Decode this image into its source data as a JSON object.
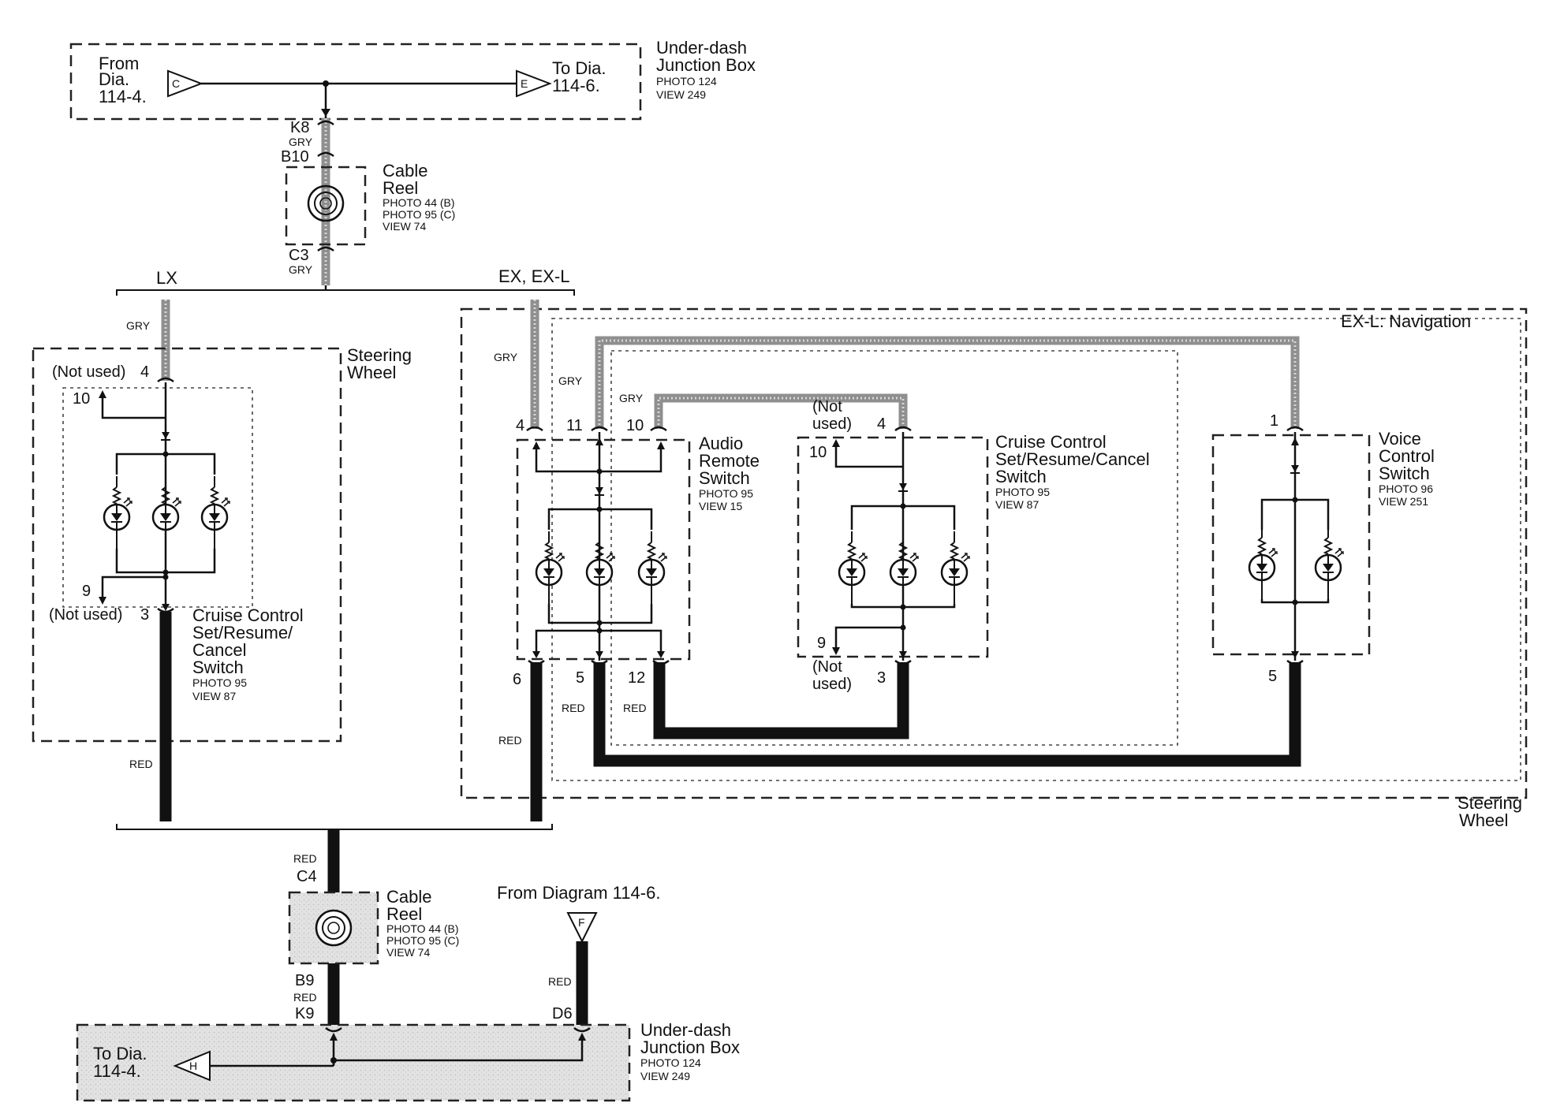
{
  "top_junction": {
    "from_label": [
      "From",
      "Dia.",
      "114-4."
    ],
    "to_label": [
      "To Dia.",
      "114-6."
    ],
    "connector_in": "C",
    "connector_out": "E",
    "title": [
      "Under-dash",
      "Junction Box"
    ],
    "photo": "PHOTO 124",
    "view": "VIEW 249"
  },
  "upper_cable_reel": {
    "title": [
      "Cable",
      "Reel"
    ],
    "photo_b": "PHOTO 44 (B)",
    "photo_c": "PHOTO 95 (C)",
    "view": "VIEW 74",
    "pin_top": "K8",
    "pin_mid": "B10",
    "pin_bottom": "C3",
    "wire_top": "GRY",
    "wire_bottom": "GRY"
  },
  "variants": {
    "lx": "LX",
    "ex": "EX, EX-L"
  },
  "lx_steering": {
    "title": [
      "Steering",
      "Wheel"
    ],
    "wire_in": "GRY",
    "pin_in": "4",
    "pin_in_note": "(Not used)",
    "pin_10": "10",
    "pin_9": "9",
    "pin_out": "3",
    "pin_out_note": "(Not used)",
    "switch_title": [
      "Cruise Control",
      "Set/Resume/",
      "Cancel",
      "Switch"
    ],
    "photo": "PHOTO 95",
    "view": "VIEW 87",
    "wire_out": "RED"
  },
  "ex_steering": {
    "title": [
      "Steering",
      "Wheel"
    ],
    "nav_label": "EX-L: Navigation",
    "wire_gry_1": "GRY",
    "wire_gry_2": "GRY",
    "wire_gry_3": "GRY",
    "wire_red_1": "RED",
    "wire_red_2": "RED",
    "wire_red_3": "RED"
  },
  "audio_switch": {
    "title": [
      "Audio",
      "Remote",
      "Switch"
    ],
    "photo": "PHOTO 95",
    "view": "VIEW 15",
    "pins_top": [
      "4",
      "11",
      "10"
    ],
    "pins_bottom": [
      "6",
      "5",
      "12"
    ]
  },
  "ex_cruise_switch": {
    "title": [
      "Cruise Control",
      "Set/Resume/Cancel",
      "Switch"
    ],
    "photo": "PHOTO 95",
    "view": "VIEW 87",
    "pin_in": "4",
    "pin_in_note": [
      "(Not",
      "used)"
    ],
    "pin_10": "10",
    "pin_9": "9",
    "pin_out": "3",
    "pin_out_note": [
      "(Not",
      "used)"
    ]
  },
  "voice_switch": {
    "title": [
      "Voice",
      "Control",
      "Switch"
    ],
    "photo": "PHOTO 96",
    "view": "VIEW 251",
    "pin_in": "1",
    "pin_out": "5"
  },
  "lower_cable_reel": {
    "title": [
      "Cable",
      "Reel"
    ],
    "photo_b": "PHOTO 44 (B)",
    "photo_c": "PHOTO 95 (C)",
    "view": "VIEW 74",
    "wire_top": "RED",
    "pin_top": "C4",
    "pin_b": "B9",
    "wire_bottom": "RED",
    "pin_k": "K9"
  },
  "from_diagram": {
    "label": "From Diagram 114-6.",
    "connector": "F",
    "wire": "RED",
    "pin": "D6"
  },
  "bottom_junction": {
    "to_label": [
      "To Dia.",
      "114-4."
    ],
    "connector": "H",
    "title": [
      "Under-dash",
      "Junction Box"
    ],
    "photo": "PHOTO 124",
    "view": "VIEW 249"
  }
}
